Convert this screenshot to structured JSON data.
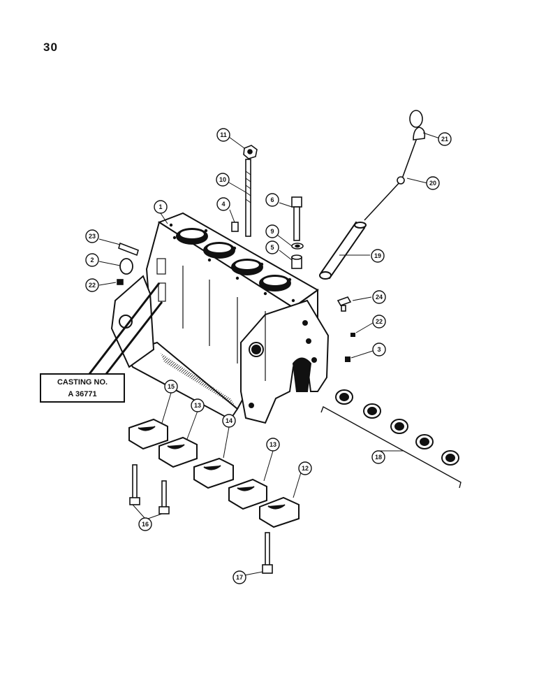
{
  "page": {
    "number": "30"
  },
  "casting": {
    "line1": "CASTING NO.",
    "line2": "A 36771"
  },
  "callouts": [
    {
      "id": "c1",
      "label": "1"
    },
    {
      "id": "c2",
      "label": "2"
    },
    {
      "id": "c3",
      "label": "3"
    },
    {
      "id": "c4",
      "label": "4"
    },
    {
      "id": "c5",
      "label": "5"
    },
    {
      "id": "c6",
      "label": "6"
    },
    {
      "id": "c9",
      "label": "9"
    },
    {
      "id": "c10",
      "label": "10"
    },
    {
      "id": "c11",
      "label": "11"
    },
    {
      "id": "c12",
      "label": "12"
    },
    {
      "id": "c13a",
      "label": "13"
    },
    {
      "id": "c13b",
      "label": "13"
    },
    {
      "id": "c14",
      "label": "14"
    },
    {
      "id": "c15",
      "label": "15"
    },
    {
      "id": "c16",
      "label": "16"
    },
    {
      "id": "c17",
      "label": "17"
    },
    {
      "id": "c18",
      "label": "18"
    },
    {
      "id": "c19",
      "label": "19"
    },
    {
      "id": "c20",
      "label": "20"
    },
    {
      "id": "c21",
      "label": "21"
    },
    {
      "id": "c22a",
      "label": "22"
    },
    {
      "id": "c22b",
      "label": "22"
    },
    {
      "id": "c23",
      "label": "23"
    },
    {
      "id": "c24",
      "label": "24"
    }
  ]
}
